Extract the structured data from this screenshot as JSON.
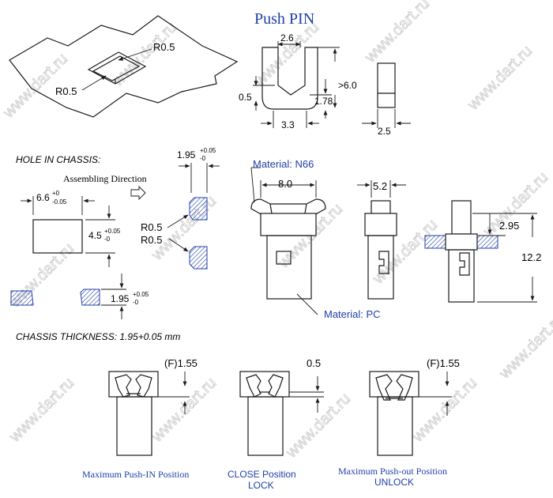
{
  "title": "Push PIN",
  "watermark": "www.dart.ru",
  "hole_section": {
    "heading": "HOLE IN CHASSIS:",
    "assembling_direction": "Assembling Direction",
    "width_main": "6.6",
    "width_tol_top": "+0",
    "width_tol_bottom": "-0.05",
    "height_main": "4.5",
    "height_tol_top": "+0.05",
    "height_tol_bottom": "-0",
    "slot_main": "1.95",
    "slot_tol_top": "+0.05",
    "slot_tol_bottom": "-0",
    "corner_r1": "R0.5",
    "corner_r2": "R0.5",
    "thick_main": "1.95",
    "thick_tol_top": "+0.05",
    "thick_tol_bottom": "-0",
    "chassis_thickness": "CHASSIS THICKNESS: 1.95+0.05 mm"
  },
  "sheet_view": {
    "r_label_a": "R0.5",
    "r_label_b": "R0.5"
  },
  "pin_view": {
    "d_top": "2.6",
    "d_left": "0.5",
    "d_mid": "1.78",
    "d_right": ">6.0",
    "d_bottom": "3.3",
    "d_side": "2.5"
  },
  "body_view": {
    "material_top": "Material: N66",
    "material_bottom": "Material: PC",
    "width_front": "8.0",
    "width_side": "5.2",
    "dim_chassis": "2.95",
    "dim_total": "12.2"
  },
  "positions": [
    {
      "dim": "(F)1.55",
      "caption": [
        "Maximum Push-IN Position"
      ]
    },
    {
      "dim": "0.5",
      "caption": [
        "CLOSE Position",
        "LOCK"
      ]
    },
    {
      "dim": "(F)1.55",
      "caption": [
        "Maximum Push-out Position",
        "UNLOCK"
      ]
    }
  ]
}
